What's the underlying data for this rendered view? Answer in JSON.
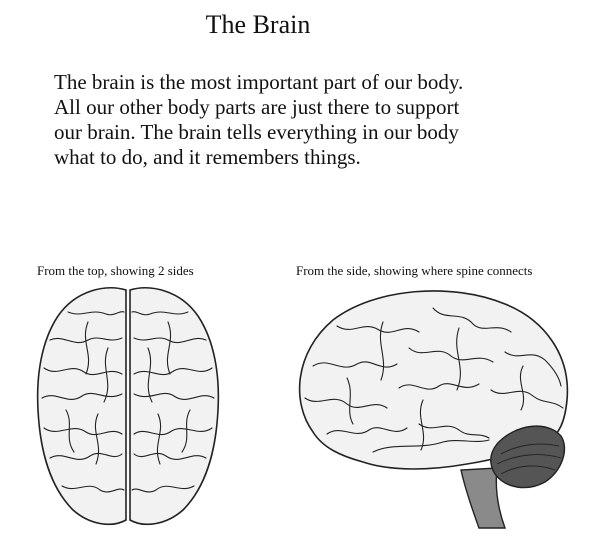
{
  "document": {
    "title": "The Brain",
    "paragraph_lines": [
      "The brain is the most important part of our body.",
      "All our other body parts are just there to support",
      "our brain.  The brain tells everything in our body",
      "what to do, and it remembers things."
    ]
  },
  "figures": {
    "top_view": {
      "caption": "From the top, showing 2 sides"
    },
    "side_view": {
      "caption": "From the side, showing where spine connects"
    }
  },
  "colors": {
    "outline": "#222222",
    "brain_fill": "#f2f2f2",
    "cerebellum": "#555555",
    "brainstem": "#8a8a8a"
  }
}
